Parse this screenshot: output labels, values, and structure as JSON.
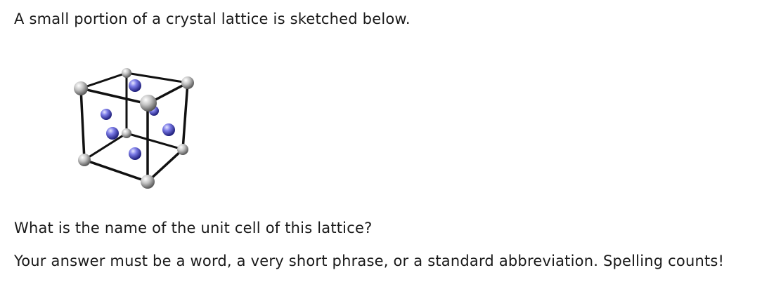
{
  "intro_text": "A small portion of a crystal lattice is sketched below.",
  "question_text": "What is the name of the unit cell of this lattice?",
  "instructions_text": "Your answer must be a word, a very short phrase, or a standard abbreviation. Spelling counts!",
  "figure": {
    "structure": "cube with atoms at all eight corners and at the centre of each of the six faces",
    "corner_atom_color": "#bfbfbf",
    "face_atom_color": "#6a6ad8"
  }
}
